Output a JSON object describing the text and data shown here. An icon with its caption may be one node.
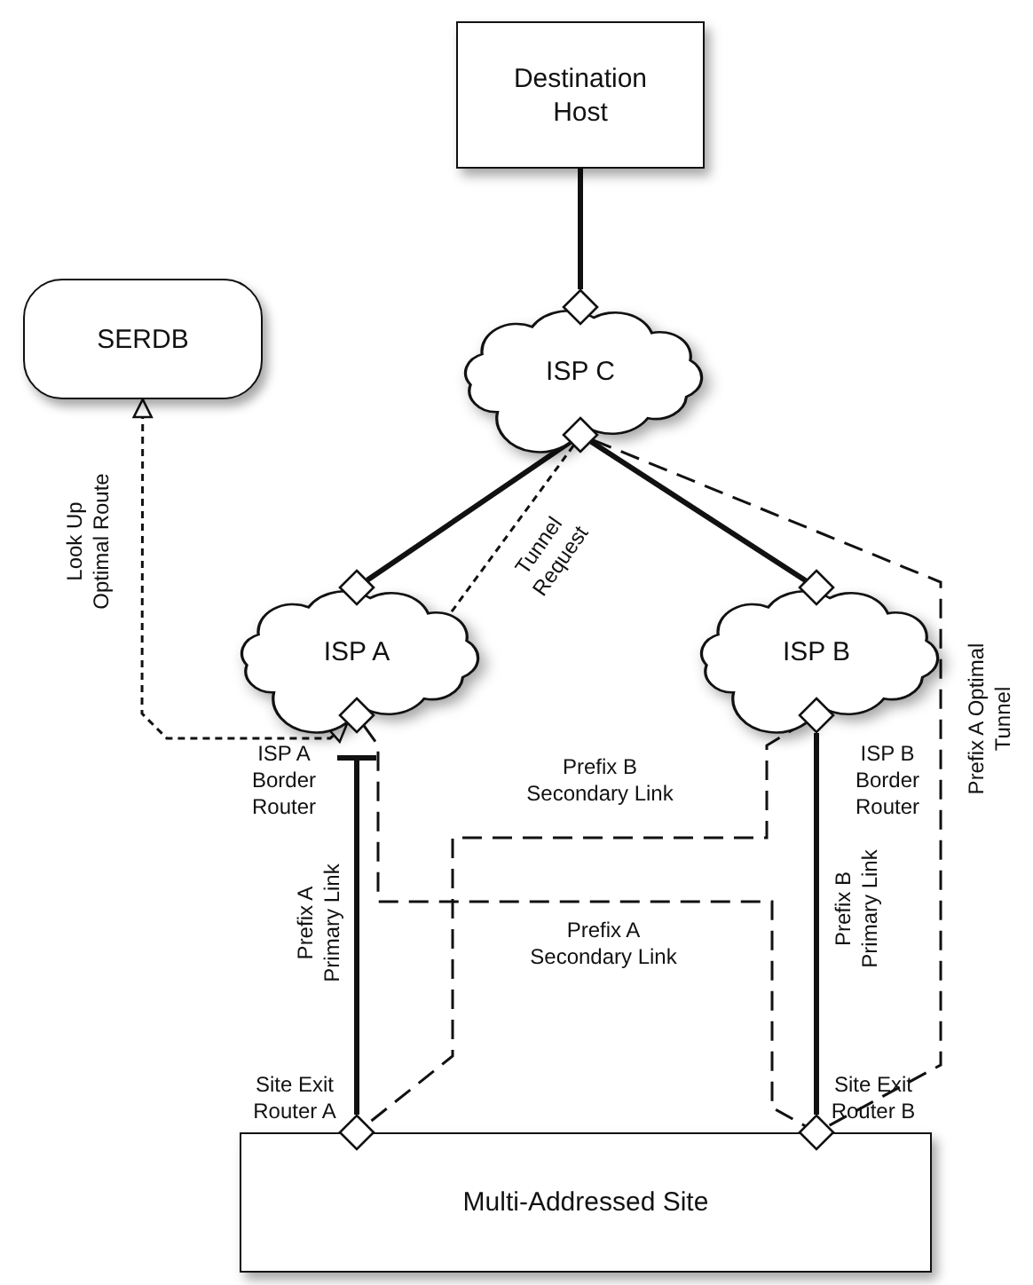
{
  "diagram": {
    "nodes": [
      {
        "text": [
          "Destination Host"
        ]
      },
      {
        "text": [
          "ISP C"
        ]
      },
      {
        "text": [],
        "shape": "diamond"
      },
      {
        "text": [],
        "shape": "diamond"
      },
      {
        "text": [
          "SERDB"
        ]
      },
      {
        "text": [
          "ISP A"
        ]
      },
      {
        "text": [],
        "shape": "diamond"
      },
      {
        "text": [
          "ISP B"
        ]
      },
      {
        "text": [],
        "shape": "diamond"
      },
      {
        "text": [],
        "shape": "diamond"
      },
      {
        "text": [],
        "shape": "diamond"
      },
      {
        "text": [],
        "shape": "diamond",
        "beside": [
          "Site Exit Router A"
        ]
      },
      {
        "text": [],
        "shape": "diamond",
        "beside": [
          "Site Exit Router B"
        ]
      },
      {
        "text": [
          "Multi-Addressed Site"
        ]
      }
    ],
    "edges": [
      {
        "from": 0,
        "to": 2,
        "arrow": "none",
        "style": "thick"
      },
      {
        "from": 3,
        "to": 6,
        "arrow": "none",
        "style": "thick"
      },
      {
        "from": 3,
        "to": 8,
        "arrow": "none",
        "style": "thick"
      },
      {
        "from": 3,
        "to": 5,
        "arrow": "none",
        "label": "Tunnel Request",
        "style": "dashed"
      },
      {
        "from": 4,
        "to": 9,
        "arrow": "both",
        "label": "Look Up Optimal Route",
        "style": "dashed"
      },
      {
        "from": 9,
        "to": 12,
        "arrow": "none",
        "label": "Prefix A Secondary Link",
        "style": "dashed"
      },
      {
        "from": 10,
        "to": 11,
        "arrow": "none",
        "label": "Prefix B Secondary Link",
        "style": "dashed"
      },
      {
        "from": 11,
        "to": 9,
        "arrow": "other",
        "label": "Prefix A Primary Link",
        "style": "thick"
      },
      {
        "from": 10,
        "to": 12,
        "arrow": "none",
        "label": "Prefix B Primary Link",
        "style": "thick"
      },
      {
        "from": 3,
        "to": 12,
        "arrow": "none",
        "label": "Prefix A Optimal Tunnel",
        "style": "dashed"
      }
    ],
    "labels": [
      "ISP A Border Router",
      "ISP B Border Router"
    ]
  }
}
